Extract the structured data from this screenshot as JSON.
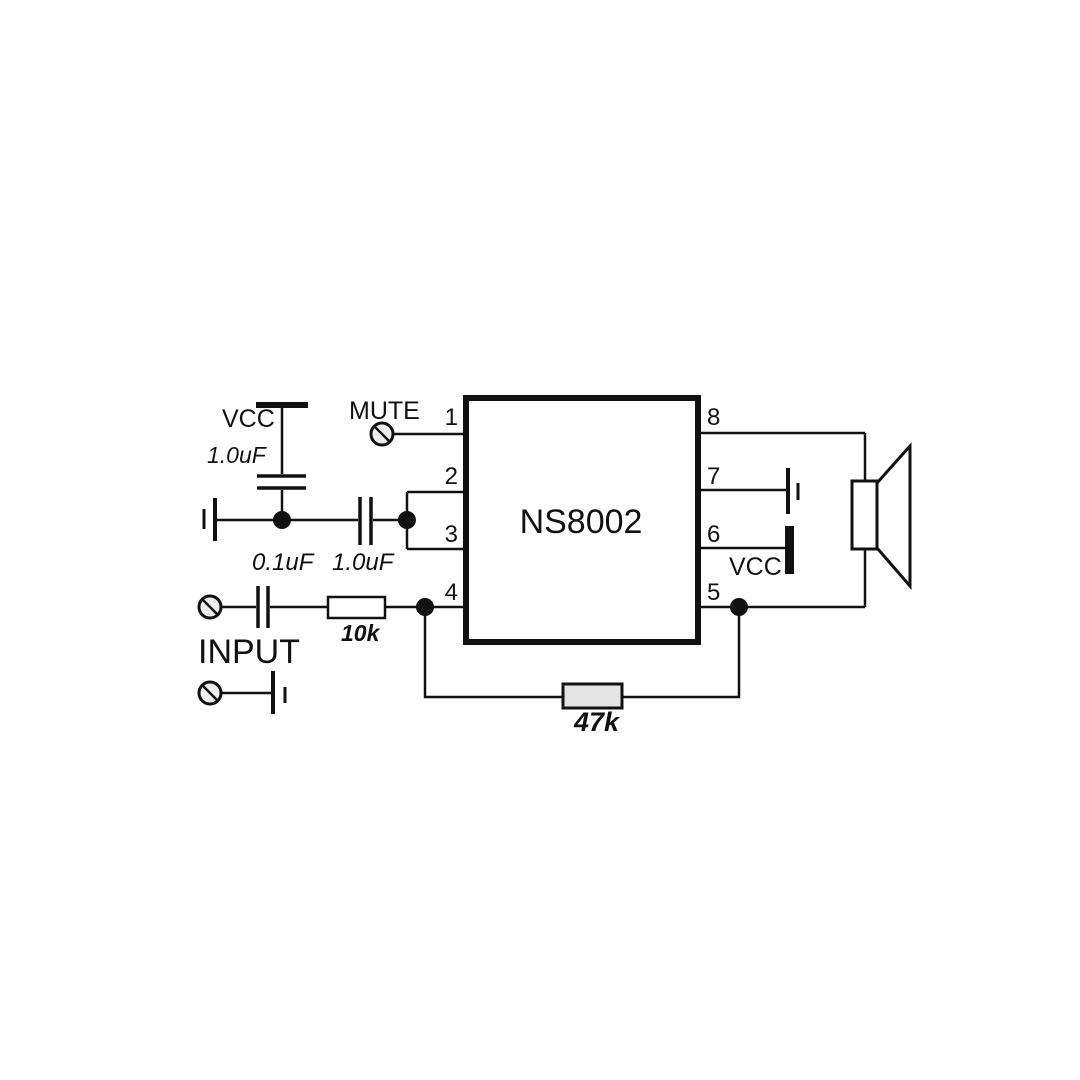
{
  "ic": {
    "part": "NS8002",
    "pins_left": [
      "1",
      "2",
      "3",
      "4"
    ],
    "pins_right": [
      "8",
      "7",
      "6",
      "5"
    ]
  },
  "power": {
    "vcc_top_label": "VCC",
    "vcc_right_label": "VCC"
  },
  "signals": {
    "mute_label": "MUTE",
    "input_label": "INPUT"
  },
  "components": {
    "supply_bypass_cap": "1.0uF",
    "reference_cap": "0.1uF",
    "coupling_cap": "1.0uF",
    "input_resistor": "10k",
    "feedback_resistor": "47k"
  },
  "colors": {
    "line": "#111111",
    "background": "#ffffff",
    "resistor_fill": "#e4e4e4",
    "ic_fill": "#ffffff",
    "connector_fill": "#ededed",
    "speaker_fill": "#ffffff"
  }
}
